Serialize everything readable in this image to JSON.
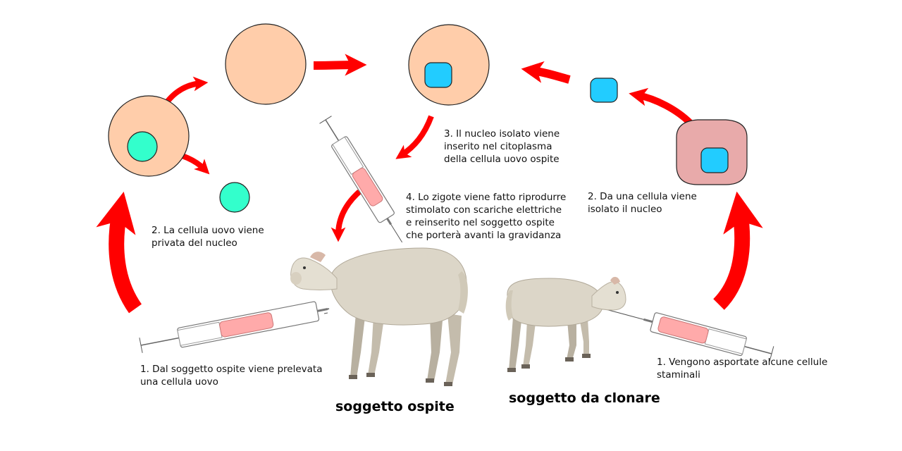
{
  "colors": {
    "arrow": "#ff0000",
    "cell_fill": "#ffcdaa",
    "nucleus_removed": "#33ffcc",
    "nucleus_isolated": "#22ccff",
    "stem_cell_fill": "#e8aaaa",
    "syringe_fluid": "#ffaaaa",
    "sheep_wool": "#dcd6c8"
  },
  "labels": {
    "step1_left": {
      "line1": "1. Dal soggetto ospite viene prelevata",
      "line2": "una cellula uovo"
    },
    "step2_left": {
      "line1": "2. La cellula uovo viene",
      "line2": "privata del nucleo"
    },
    "step3": {
      "line1": "3. Il nucleo isolato viene",
      "line2": "inserito nel citoplasma",
      "line3": "della cellula uovo ospite"
    },
    "step4": {
      "line1": "4. Lo zigote viene fatto riprodurre",
      "line2": "stimolato con scariche elettriche",
      "line3": "e reinserito nel soggetto ospite",
      "line4": "che porterà avanti la gravidanza"
    },
    "step2_right": {
      "line1": "2. Da una cellula viene",
      "line2": "isolato il nucleo"
    },
    "step1_right": {
      "line1": "1. Vengono asportate alcune cellule",
      "line2": "staminali"
    }
  },
  "subjects": {
    "host": "soggetto ospite",
    "clone": "soggetto da clonare"
  },
  "icons": {
    "syringe": "syringe-icon",
    "sheep": "sheep-icon",
    "cell": "cell-icon",
    "nucleus": "nucleus-icon",
    "arrow": "curved-arrow-icon"
  }
}
